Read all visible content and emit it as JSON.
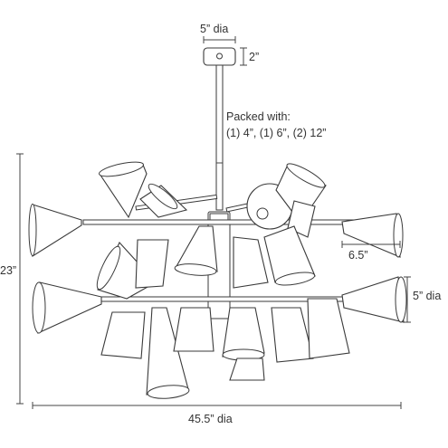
{
  "dimensions": {
    "canopy_dia": "5” dia",
    "canopy_height": "2”",
    "packed_title": "Packed with:",
    "packed_rods": "(1) 4”, (1) 6”, (2) 12”",
    "overall_height": "23”",
    "shade_length": "6.5”",
    "shade_dia": "5” dia",
    "overall_dia": "45.5” dia"
  }
}
